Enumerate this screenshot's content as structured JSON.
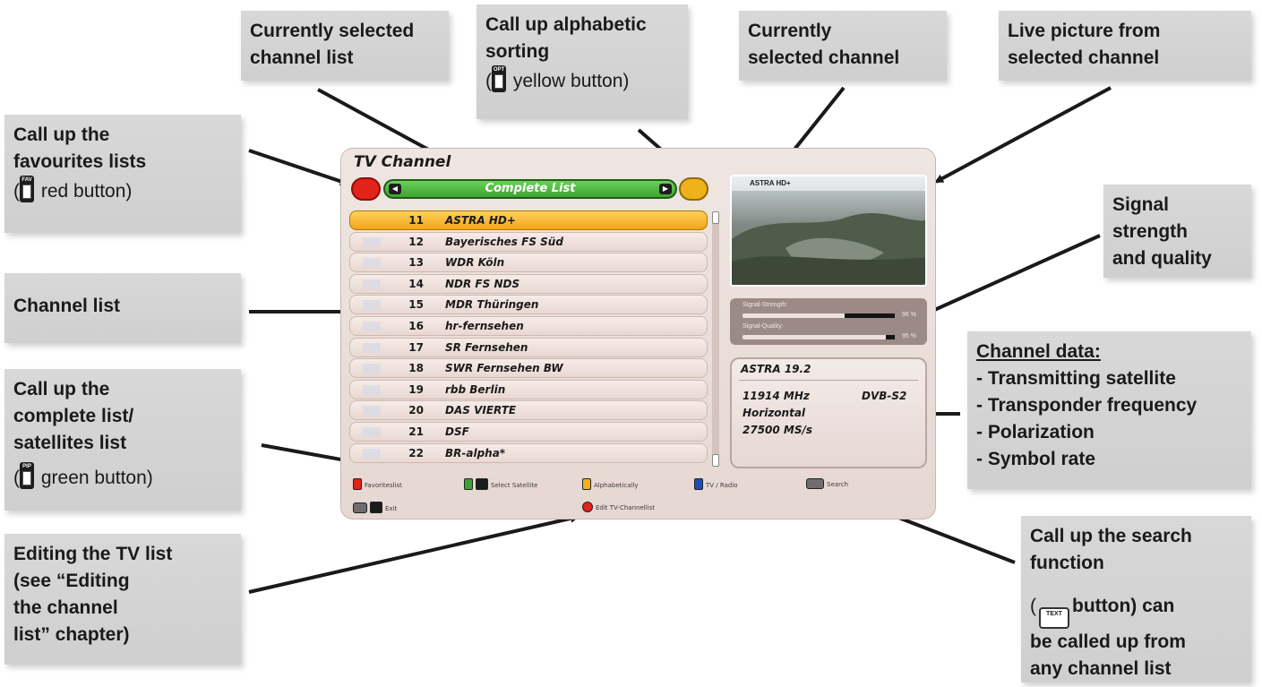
{
  "callouts": {
    "favourites": {
      "line1": "Call up the",
      "line2": "favourites lists",
      "key_label": "FAV",
      "line3": "red button)"
    },
    "current_list": {
      "line1": "Currently selected",
      "line2": "channel list"
    },
    "alpha": {
      "line1": "Call up alphabetic",
      "line2": "sorting",
      "key_label": "OPT",
      "line3": "yellow button)"
    },
    "current_channel": {
      "line1": "Currently",
      "line2": "selected channel"
    },
    "live_picture": {
      "line1": "Live picture from",
      "line2": "selected channel"
    },
    "signal": {
      "line1": "Signal",
      "line2": "strength",
      "line3": "and quality"
    },
    "channel_list": {
      "line1": "Channel list"
    },
    "complete_list": {
      "line1": "Call up the",
      "line2": "complete list/",
      "line3": "satellites list",
      "key_label": "PIP",
      "line4": "green button)"
    },
    "channel_data": {
      "heading": "Channel data:",
      "items": [
        "- Transmitting satellite",
        "- Transponder frequency",
        "- Polarization",
        "- Symbol rate"
      ]
    },
    "editing": {
      "line1": "Editing the TV list",
      "line2": "(see “Editing",
      "line3": "the channel",
      "line4": "list” chapter)"
    },
    "search": {
      "line1": "Call up the search",
      "line2": "function",
      "key_label": "TEXT",
      "line3": "button) can",
      "line4": "be called up from",
      "line5": "any channel list"
    }
  },
  "tv": {
    "title": "TV Channel",
    "list_name": "Complete List",
    "channels": [
      {
        "num": "11",
        "name": "ASTRA HD+",
        "selected": true
      },
      {
        "num": "12",
        "name": "Bayerisches FS Süd"
      },
      {
        "num": "13",
        "name": "WDR Köln"
      },
      {
        "num": "14",
        "name": "NDR FS NDS"
      },
      {
        "num": "15",
        "name": "MDR Thüringen"
      },
      {
        "num": "16",
        "name": "hr-fernsehen"
      },
      {
        "num": "17",
        "name": "SR Fernsehen"
      },
      {
        "num": "18",
        "name": "SWR Fernsehen BW"
      },
      {
        "num": "19",
        "name": "rbb Berlin"
      },
      {
        "num": "20",
        "name": "DAS VIERTE"
      },
      {
        "num": "21",
        "name": "DSF"
      },
      {
        "num": "22",
        "name": "BR-alpha*"
      }
    ],
    "live_header": "ASTRA HD+",
    "signal": {
      "strength_label": "Signal-Strength:",
      "strength_value": 96,
      "strength_text": "96 %",
      "quality_label": "Signal-Quality:",
      "quality_value": 95,
      "quality_text": "95 %"
    },
    "channel_data": {
      "satellite": "ASTRA 19.2",
      "frequency": "11914 MHz",
      "standard": "DVB-S2",
      "polarization": "Horizontal",
      "symbol_rate": "27500 MS/s"
    },
    "legend": {
      "favorites": "Favoriteslist",
      "select_satellite": "Select Satellite",
      "alphabetically": "Alphabetically",
      "tv_radio": "TV / Radio",
      "search": "Search",
      "exit": "Exit",
      "edit": "Edit TV-Channellist"
    },
    "colors": {
      "red": "#e2231a",
      "green": "#3ea332",
      "yellow": "#f0b21b",
      "blue": "#1d4fb8",
      "selected_row": "#f1a51a"
    }
  }
}
